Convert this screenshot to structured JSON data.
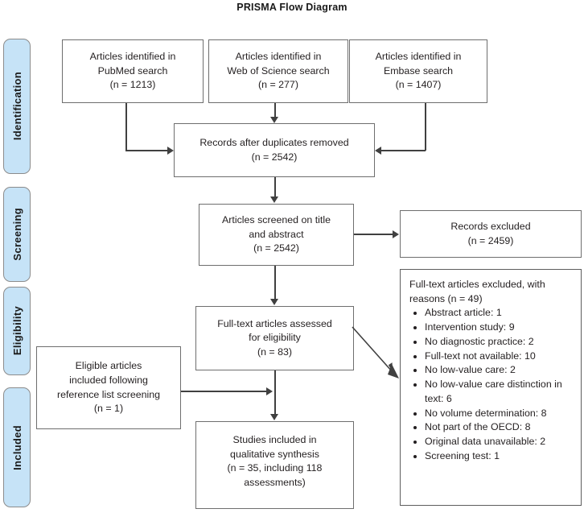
{
  "title": "PRISMA Flow Diagram",
  "stages": [
    {
      "label": "Identification"
    },
    {
      "label": "Screening"
    },
    {
      "label": "Eligibility"
    },
    {
      "label": "Included"
    }
  ],
  "boxes": {
    "pubmed": {
      "l1": "Articles identified in",
      "l2": "PubMed search",
      "l3": "(n = 1213)"
    },
    "wos": {
      "l1": "Articles identified in",
      "l2": "Web of Science search",
      "l3": "(n = 277)"
    },
    "embase": {
      "l1": "Articles identified in",
      "l2": "Embase search",
      "l3": "(n = 1407)"
    },
    "dedup": {
      "l1": "Records after duplicates removed",
      "l2": "(n =  2542)"
    },
    "screened": {
      "l1": "Articles screened on title",
      "l2": "and abstract",
      "l3": "(n = 2542)"
    },
    "records_excluded": {
      "l1": "Records excluded",
      "l2": "(n = 2459)"
    },
    "fulltext": {
      "l1": "Full-text articles assessed",
      "l2": "for eligibility",
      "l3": "(n = 83)"
    },
    "eligible": {
      "l1": "Eligible articles",
      "l2": "included following",
      "l3": "reference list screening",
      "l4": "(n = 1)"
    },
    "included": {
      "l1": "Studies included in",
      "l2": "qualitative synthesis",
      "l3": "(n = 35, including 118",
      "l4": "assessments)"
    }
  },
  "exclusions": {
    "head1": "Full-text articles excluded, with",
    "head2": "reasons (n = 49)",
    "items": [
      "Abstract article:  1",
      "Intervention study: 9",
      "No diagnostic practice: 2",
      "Full-text not available: 10",
      "No low-value care: 2",
      "No low-value care distinction in text: 6",
      "No volume determination: 8",
      "Not part of the OECD: 8",
      "Original data unavailable: 2",
      "Screening test: 1"
    ]
  },
  "colors": {
    "stage_fill": "#c6e3f7",
    "stage_border": "#8c8c8c",
    "box_border": "#6e6e6e",
    "connector": "#404040",
    "text": "#231f20"
  },
  "chart_data": {
    "type": "diagram",
    "title": "PRISMA Flow Diagram",
    "nodes": [
      {
        "id": "pubmed",
        "stage": "Identification",
        "label": "Articles identified in PubMed search",
        "n": 1213
      },
      {
        "id": "wos",
        "stage": "Identification",
        "label": "Articles identified in Web of Science search",
        "n": 277
      },
      {
        "id": "embase",
        "stage": "Identification",
        "label": "Articles identified in Embase search",
        "n": 1407
      },
      {
        "id": "dedup",
        "stage": "Identification",
        "label": "Records after duplicates removed",
        "n": 2542
      },
      {
        "id": "screened",
        "stage": "Screening",
        "label": "Articles screened on title and abstract",
        "n": 2542
      },
      {
        "id": "records_excluded",
        "stage": "Screening",
        "label": "Records excluded",
        "n": 2459
      },
      {
        "id": "fulltext",
        "stage": "Eligibility",
        "label": "Full-text articles assessed for eligibility",
        "n": 83
      },
      {
        "id": "fulltext_excluded",
        "stage": "Eligibility",
        "label": "Full-text articles excluded, with reasons",
        "n": 49
      },
      {
        "id": "eligible",
        "stage": "Included",
        "label": "Eligible articles included following reference list screening",
        "n": 1
      },
      {
        "id": "included",
        "stage": "Included",
        "label": "Studies included in qualitative synthesis",
        "n": 35,
        "assessments": 118
      }
    ],
    "edges": [
      {
        "from": "pubmed",
        "to": "dedup"
      },
      {
        "from": "wos",
        "to": "dedup"
      },
      {
        "from": "embase",
        "to": "dedup"
      },
      {
        "from": "dedup",
        "to": "screened"
      },
      {
        "from": "screened",
        "to": "records_excluded"
      },
      {
        "from": "screened",
        "to": "fulltext"
      },
      {
        "from": "fulltext",
        "to": "fulltext_excluded"
      },
      {
        "from": "fulltext",
        "to": "included"
      },
      {
        "from": "eligible",
        "to": "included"
      }
    ],
    "exclusion_reasons": [
      {
        "reason": "Abstract article",
        "count": 1
      },
      {
        "reason": "Intervention study",
        "count": 9
      },
      {
        "reason": "No diagnostic practice",
        "count": 2
      },
      {
        "reason": "Full-text not available",
        "count": 10
      },
      {
        "reason": "No low-value care",
        "count": 2
      },
      {
        "reason": "No low-value care distinction in text",
        "count": 6
      },
      {
        "reason": "No volume determination",
        "count": 8
      },
      {
        "reason": "Not part of the OECD",
        "count": 8
      },
      {
        "reason": "Original data unavailable",
        "count": 2
      },
      {
        "reason": "Screening test",
        "count": 1
      }
    ]
  }
}
